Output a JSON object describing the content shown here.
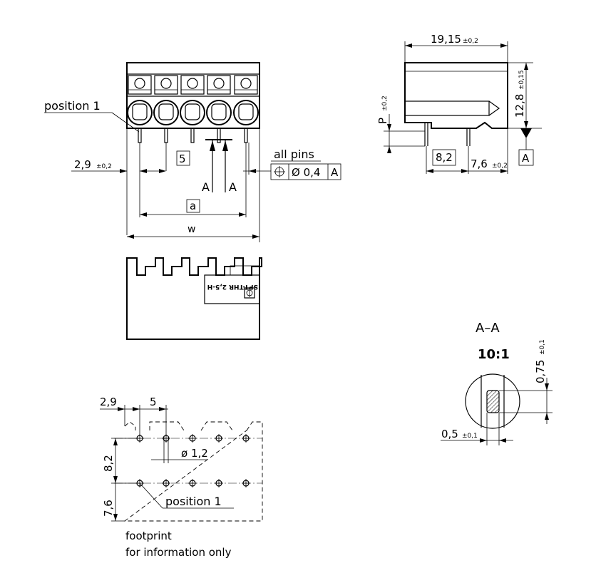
{
  "labels": {
    "position_1_top": "position 1",
    "all_pins": "all pins",
    "section_a_left": "A",
    "section_a_right": "A",
    "dim_2_9": "2,9",
    "tol_0_2": "±0,2",
    "pitch_5": "5",
    "dim_a": "a",
    "dim_w": "w",
    "tol_pos_symbol": "⌖",
    "tol_dia": "Ø 0,4",
    "tol_ref": "A",
    "dim_19_15": "19,15",
    "tol_19_15": "±0,2",
    "dim_12_8": "12,8",
    "tol_12_8": "±0,15",
    "dim_p": "P",
    "tol_p": "±0,2",
    "dim_8_2": "8,2",
    "dim_7_6": "7,6",
    "tol_7_6": "±0,2",
    "datum_a": "A",
    "part_label": "SPT-THR 2,5-H",
    "section_title": "A–A",
    "section_scale": "10:1",
    "dim_0_75": "0,75",
    "tol_0_75": "±0,1",
    "dim_0_5": "0,5",
    "tol_0_5": "±0,1",
    "fp_2_9": "2,9",
    "fp_5": "5",
    "fp_8_2": "8,2",
    "fp_dia": "ø 1,2",
    "fp_7_6": "7,6",
    "fp_position_1": "position 1",
    "footprint": "footprint",
    "info_only": "for information only"
  }
}
